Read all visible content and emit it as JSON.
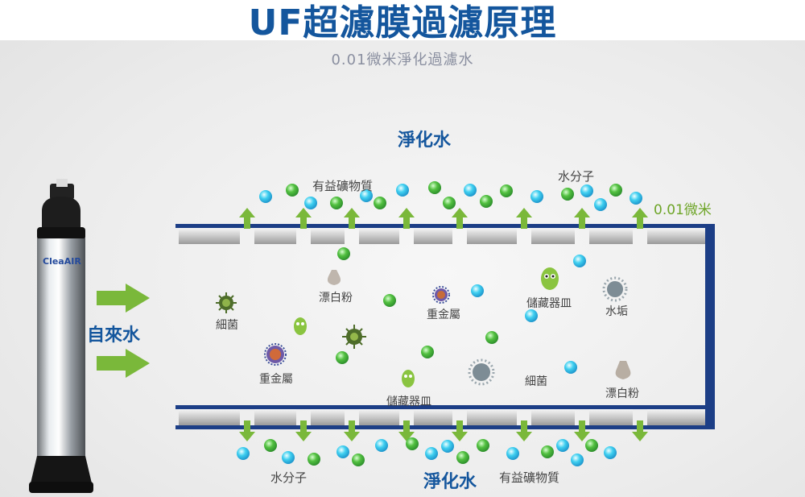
{
  "title": "UF超濾膜過濾原理",
  "subtitle": "0.01微米淨化過濾水",
  "filter": {
    "brand": "CleaAIR"
  },
  "inlet": {
    "label": "自來水"
  },
  "outputs": {
    "top_label": "淨化水",
    "bottom_label": "淨化水"
  },
  "pore_size": "0.01微米",
  "labels": {
    "top_minerals": "有益礦物質",
    "top_water": "水分子",
    "bottom_water": "水分子",
    "bottom_minerals": "有益礦物質"
  },
  "contaminants": [
    {
      "kind": "bacteria",
      "text": "細菌"
    },
    {
      "kind": "bleach",
      "text": "漂白粉"
    },
    {
      "kind": "heavy-metal",
      "text": "重金屬"
    },
    {
      "kind": "ring-worm",
      "text": "儲藏器皿"
    },
    {
      "kind": "scale",
      "text": "水垢"
    },
    {
      "kind": "heavy-metal",
      "text": "重金屬"
    },
    {
      "kind": "ring-worm",
      "text": "儲藏器皿"
    },
    {
      "kind": "bacteria",
      "text": "細菌"
    },
    {
      "kind": "bleach",
      "text": "漂白粉"
    }
  ],
  "colors": {
    "title": "#14569d",
    "arrow_green": "#7ab83a",
    "mineral_green": "#3fae3f",
    "water_cyan": "#29c0e8",
    "membrane_frame": "#1c3e86"
  }
}
